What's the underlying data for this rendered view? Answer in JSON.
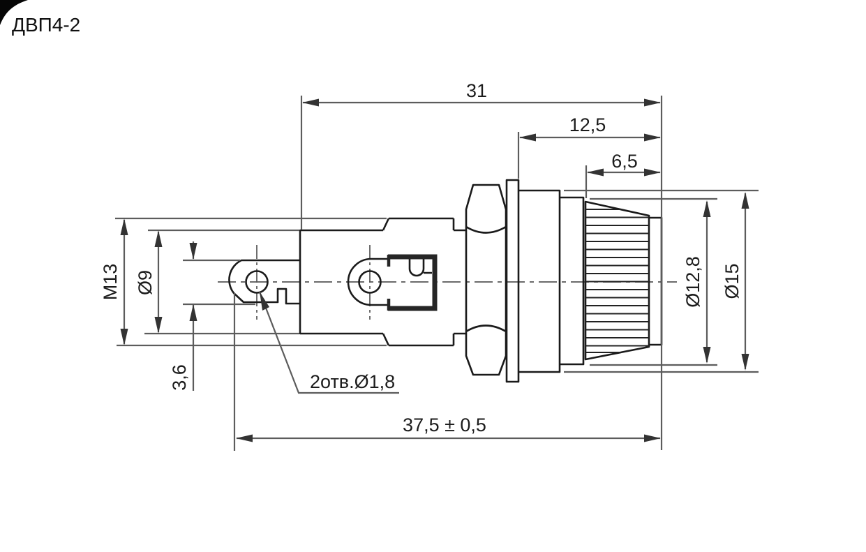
{
  "page": {
    "title": "ДВП4-2"
  },
  "colors": {
    "background": "#ffffff",
    "object_line": "#1a1a1a",
    "dimension_line": "#5c5c5c",
    "text": "#1c1c1c"
  },
  "drawing": {
    "labels": {
      "body_length": "31",
      "rear_length": "12,5",
      "cap_length": "6,5",
      "overall_length": "37,5 ± 0,5",
      "thread": "M13",
      "body_diameter": "Ø9",
      "lug_width": "3,6",
      "lug_holes_note": "2отв.Ø1,8",
      "cap_diameter": "Ø12,8",
      "flange_diameter": "Ø15"
    }
  }
}
